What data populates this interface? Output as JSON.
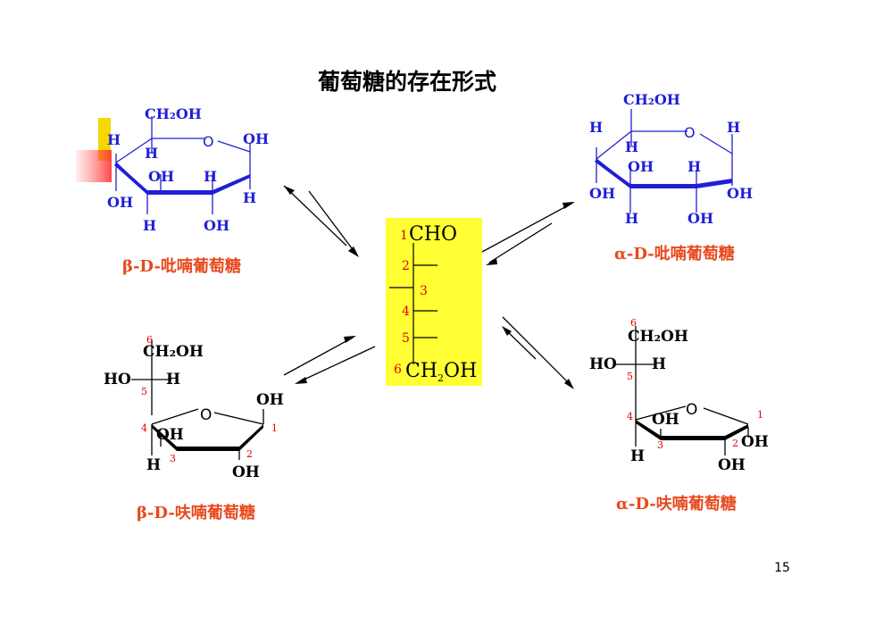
{
  "title": "葡萄糖的存在形式",
  "page_number": "15",
  "colors": {
    "bond_blue": "#1f1fd6",
    "label_red": "#e8491d",
    "highlight": "#ffff33"
  },
  "chain": {
    "cho": "CHO",
    "ch2oh_main": "CH",
    "ch2oh_sub": "2",
    "ch2oh_end": "OH",
    "numbers": [
      "1",
      "2",
      "3",
      "4",
      "5",
      "6"
    ]
  },
  "beta_pyranose": {
    "caption": "β-D-吡喃葡萄糖",
    "ring_o": "O",
    "ch2oh": "CH₂OH",
    "labels": [
      "H",
      "H",
      "OH",
      "OH",
      "H",
      "OH",
      "H",
      "H",
      "OH"
    ]
  },
  "alpha_pyranose": {
    "caption": "α-D-吡喃葡萄糖",
    "ring_o": "O",
    "ch2oh": "CH₂OH",
    "labels": [
      "H",
      "H",
      "H",
      "OH",
      "H",
      "OH",
      "OH",
      "H",
      "OH"
    ]
  },
  "beta_furanose": {
    "caption": "β-D-呋喃葡萄糖",
    "ring_o": "O",
    "ch2oh": "CH₂OH",
    "ho": "HO",
    "labels": [
      "H",
      "OH",
      "OH",
      "H",
      "OH"
    ],
    "numbers": [
      "6",
      "5",
      "4",
      "3",
      "2",
      "1"
    ]
  },
  "alpha_furanose": {
    "caption": "α-D-呋喃葡萄糖",
    "ring_o": "O",
    "ch2oh": "CH₂OH",
    "ho": "HO",
    "labels": [
      "H",
      "OH",
      "H",
      "OH",
      "OH"
    ],
    "numbers": [
      "6",
      "5",
      "4",
      "3",
      "2",
      "1"
    ]
  }
}
